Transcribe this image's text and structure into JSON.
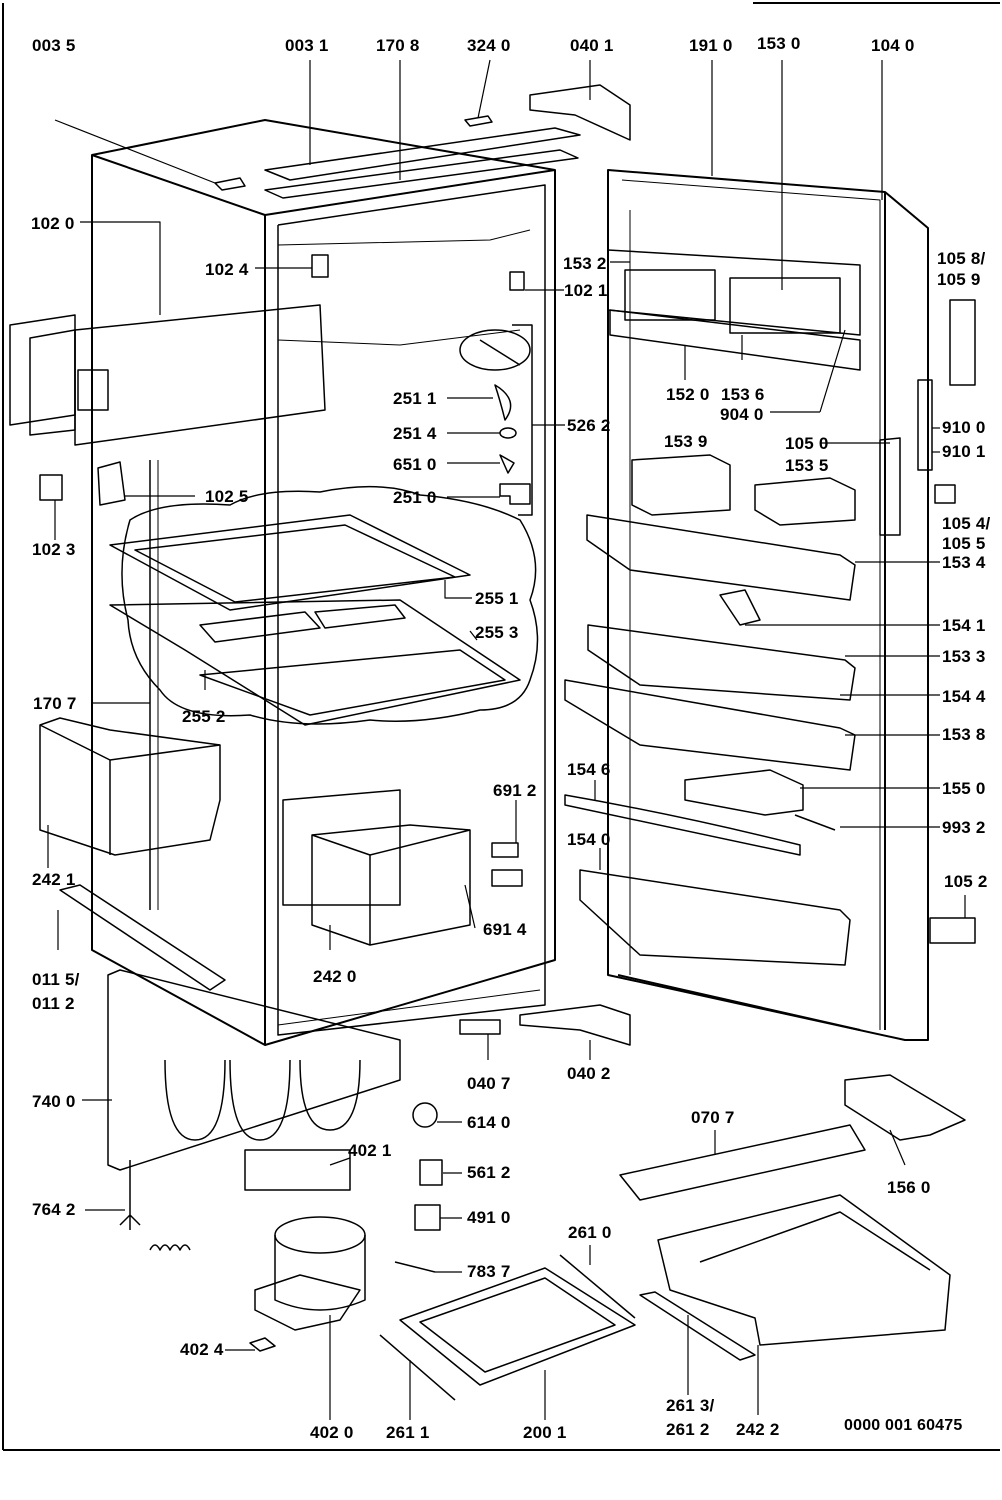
{
  "document_number": "0000 001 60475",
  "parts": [
    {
      "id": "p0035",
      "label": "003 5"
    },
    {
      "id": "p0031",
      "label": "003 1"
    },
    {
      "id": "p1708",
      "label": "170 8"
    },
    {
      "id": "p3240",
      "label": "324 0"
    },
    {
      "id": "p0401",
      "label": "040 1"
    },
    {
      "id": "p1910",
      "label": "191 0"
    },
    {
      "id": "p1530",
      "label": "153 0"
    },
    {
      "id": "p1040",
      "label": "104 0"
    },
    {
      "id": "p1020",
      "label": "102 0"
    },
    {
      "id": "p1024",
      "label": "102 4"
    },
    {
      "id": "p1532",
      "label": "153 2"
    },
    {
      "id": "p1058",
      "label": "105 8/"
    },
    {
      "id": "p1059",
      "label": "105 9"
    },
    {
      "id": "p1021",
      "label": "102 1"
    },
    {
      "id": "p1520",
      "label": "152 0"
    },
    {
      "id": "p1536",
      "label": "153 6"
    },
    {
      "id": "p9040",
      "label": "904 0"
    },
    {
      "id": "p2511",
      "label": "251 1"
    },
    {
      "id": "p9100",
      "label": "910 0"
    },
    {
      "id": "p2514",
      "label": "251 4"
    },
    {
      "id": "p5262",
      "label": "526 2"
    },
    {
      "id": "p9101",
      "label": "910 1"
    },
    {
      "id": "p1539",
      "label": "153 9"
    },
    {
      "id": "p1050",
      "label": "105 0"
    },
    {
      "id": "p6510",
      "label": "651 0"
    },
    {
      "id": "p1535",
      "label": "153 5"
    },
    {
      "id": "p1025",
      "label": "102 5"
    },
    {
      "id": "p2510",
      "label": "251 0"
    },
    {
      "id": "p1054",
      "label": "105 4/"
    },
    {
      "id": "p1055",
      "label": "105 5"
    },
    {
      "id": "p1023",
      "label": "102 3"
    },
    {
      "id": "p1534",
      "label": "153 4"
    },
    {
      "id": "p2551",
      "label": "255 1"
    },
    {
      "id": "p1541",
      "label": "154 1"
    },
    {
      "id": "p2553",
      "label": "255 3"
    },
    {
      "id": "p1533",
      "label": "153 3"
    },
    {
      "id": "p1707",
      "label": "170 7"
    },
    {
      "id": "p2552",
      "label": "255 2"
    },
    {
      "id": "p1544",
      "label": "154 4"
    },
    {
      "id": "p1538",
      "label": "153 8"
    },
    {
      "id": "p6912",
      "label": "691 2"
    },
    {
      "id": "p1546",
      "label": "154 6"
    },
    {
      "id": "p1550",
      "label": "155 0"
    },
    {
      "id": "p9932",
      "label": "993 2"
    },
    {
      "id": "p1540",
      "label": "154 0"
    },
    {
      "id": "p2421",
      "label": "242 1"
    },
    {
      "id": "p1052",
      "label": "105 2"
    },
    {
      "id": "p6914",
      "label": "691 4"
    },
    {
      "id": "p0115",
      "label": "011 5/"
    },
    {
      "id": "p0112",
      "label": "011 2"
    },
    {
      "id": "p2420",
      "label": "242 0"
    },
    {
      "id": "p0407",
      "label": "040 7"
    },
    {
      "id": "p0402",
      "label": "040 2"
    },
    {
      "id": "p7400",
      "label": "740 0"
    },
    {
      "id": "p6140",
      "label": "614 0"
    },
    {
      "id": "p0707",
      "label": "070 7"
    },
    {
      "id": "p4021",
      "label": "402 1"
    },
    {
      "id": "p5612",
      "label": "561 2"
    },
    {
      "id": "p1560",
      "label": "156 0"
    },
    {
      "id": "p7642",
      "label": "764 2"
    },
    {
      "id": "p4910",
      "label": "491 0"
    },
    {
      "id": "p2610",
      "label": "261 0"
    },
    {
      "id": "p7837",
      "label": "783 7"
    },
    {
      "id": "p4024",
      "label": "402 4"
    },
    {
      "id": "p2613",
      "label": "261 3/"
    },
    {
      "id": "p2612",
      "label": "261 2"
    },
    {
      "id": "p2422",
      "label": "242 2"
    },
    {
      "id": "p4020",
      "label": "402 0"
    },
    {
      "id": "p2611",
      "label": "261 1"
    },
    {
      "id": "p2001",
      "label": "200 1"
    }
  ]
}
